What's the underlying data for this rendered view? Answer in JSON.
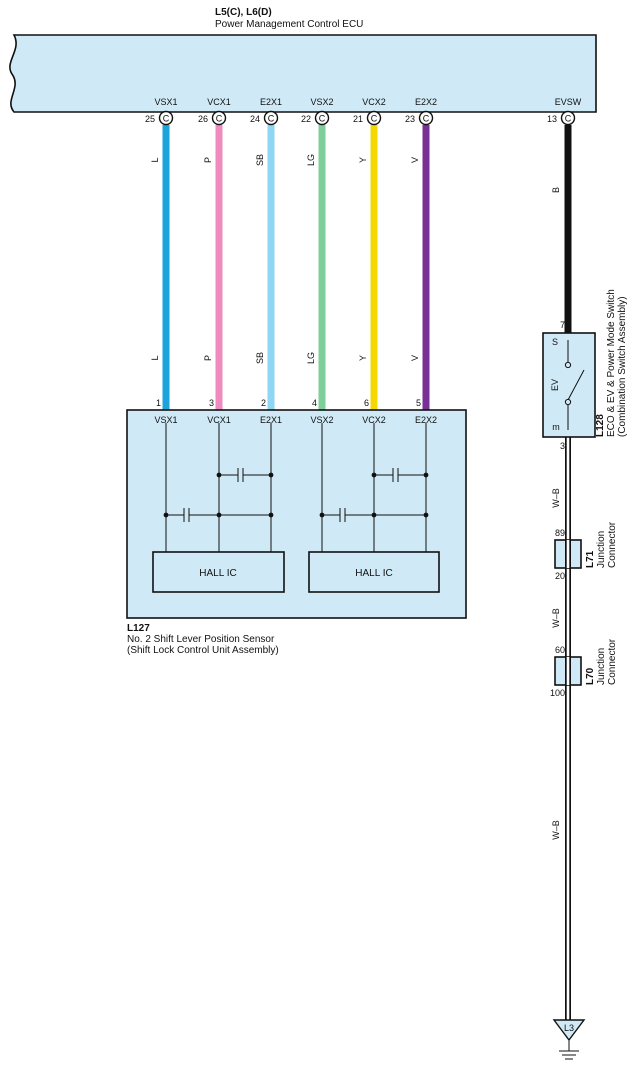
{
  "ecu": {
    "connectors": "L5(C), L6(D)",
    "name": "Power Management Control ECU",
    "pins": [
      {
        "label": "VSX1",
        "number": "25",
        "conn": "C"
      },
      {
        "label": "VCX1",
        "number": "26",
        "conn": "C"
      },
      {
        "label": "E2X1",
        "number": "24",
        "conn": "C"
      },
      {
        "label": "VSX2",
        "number": "22",
        "conn": "C"
      },
      {
        "label": "VCX2",
        "number": "21",
        "conn": "C"
      },
      {
        "label": "E2X2",
        "number": "23",
        "conn": "C"
      },
      {
        "label": "EVSW",
        "number": "13",
        "conn": "C"
      }
    ]
  },
  "wires": [
    {
      "code": "L",
      "color": "#1ba3dc"
    },
    {
      "code": "P",
      "color": "#f08bbf"
    },
    {
      "code": "SB",
      "color": "#8ed6f3"
    },
    {
      "code": "LG",
      "color": "#7fcf9a"
    },
    {
      "code": "Y",
      "color": "#f5d800"
    },
    {
      "code": "V",
      "color": "#7a2f96"
    },
    {
      "code": "B",
      "color": "#111111"
    }
  ],
  "sensor": {
    "id": "L127",
    "name": "No. 2 Shift Lever Position Sensor",
    "assembly": "(Shift Lock Control Unit Assembly)",
    "pins": [
      {
        "label": "VSX1",
        "number": "1"
      },
      {
        "label": "VCX1",
        "number": "3"
      },
      {
        "label": "E2X1",
        "number": "2"
      },
      {
        "label": "VSX2",
        "number": "4"
      },
      {
        "label": "VCX2",
        "number": "6"
      },
      {
        "label": "E2X2",
        "number": "5"
      }
    ],
    "ic1": "HALL IC",
    "ic2": "HALL IC"
  },
  "switch": {
    "id": "L128",
    "name": "ECO & EV & Power Mode Switch",
    "assembly": "(Combination Switch Assembly)",
    "pin_top": "7",
    "pin_bottom": "3",
    "label_s": "S",
    "label_ev": "EV",
    "label_m": "m"
  },
  "ground_wire": {
    "code": "W–B",
    "color": "#ffffff"
  },
  "junctions": [
    {
      "id": "L71",
      "line1": "Junction",
      "line2": "Connector",
      "pin_top": "89",
      "pin_bottom": "20"
    },
    {
      "id": "L70",
      "line1": "Junction",
      "line2": "Connector",
      "pin_top": "60",
      "pin_bottom": "100"
    }
  ],
  "ground": {
    "label": "L3"
  }
}
